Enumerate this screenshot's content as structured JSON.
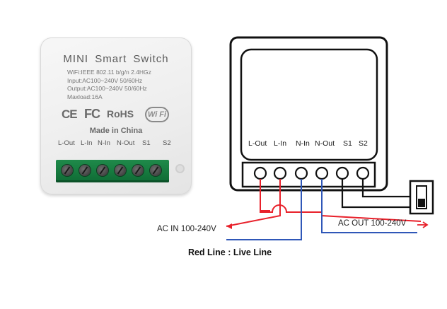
{
  "device": {
    "title": "MINI  Smart  Switch",
    "specs": [
      "WiFi:IEEE 802.11 b/g/n 2.4HGz",
      "Input:AC100~240V 50/60Hz",
      "Output:AC100~240V 50/60Hz",
      "Maxload:16A"
    ],
    "cert_ce": "CE",
    "cert_fc": "FC",
    "cert_rohs": "RoHS",
    "cert_wifi": "Wi Fi",
    "made_in": "Made in China",
    "terminal_labels": [
      "L-Out",
      "L-In",
      "N-In",
      "N-Out",
      "S1",
      "S2"
    ]
  },
  "diagram": {
    "terminal_labels": [
      "L-Out",
      "L-In",
      "N-In",
      "N-Out",
      "S1",
      "S2"
    ],
    "ac_in_label": "AC IN 100-240V",
    "ac_out_label": "AC OUT 100-240V",
    "legend": "Red Line : Live Line",
    "colors": {
      "live": "#e8212b",
      "neutral": "#2f57b8",
      "outline": "#111111"
    }
  }
}
